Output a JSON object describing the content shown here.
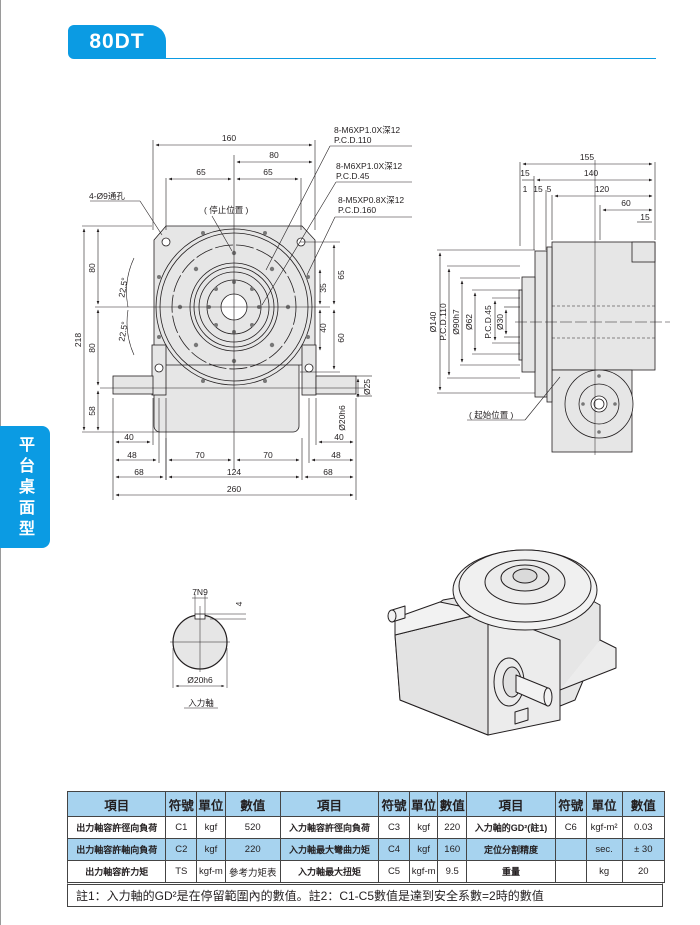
{
  "header": {
    "model_tab": "80DT",
    "category_side_tab": [
      "平",
      "台",
      "桌",
      "面",
      "型"
    ]
  },
  "front_view": {
    "dims_top": {
      "overall_width": "160",
      "half_width": "80",
      "left_65": "65",
      "right_65": "65"
    },
    "callouts": {
      "mount_holes": "4-Ø9通孔",
      "stop_position": "( 停止位置 )",
      "tap1_spec": "8-M6XP1.0X深12",
      "tap1_pcd": "P.C.D.110",
      "tap2_spec": "8-M6XP1.0X深12",
      "tap2_pcd": "P.C.D.45",
      "tap3_spec": "8-M5XP0.8X深12",
      "tap3_pcd": "P.C.D.160"
    },
    "dims_left": {
      "total_height": "218",
      "upper_80": "80",
      "lower_80": "80",
      "bottom_58": "58",
      "angle_upper": "22.5°",
      "angle_lower": "22.5°"
    },
    "dims_right": {
      "d35": "35",
      "d65": "65",
      "d40": "40",
      "d60": "60",
      "shaft_dia": "Ø25",
      "shaft_fit": "Ø20h6"
    },
    "dims_bottom": {
      "left_40": "40",
      "left_48": "48",
      "left_68": "68",
      "center_70a": "70",
      "center_70b": "70",
      "center_124": "124",
      "right_40": "40",
      "right_48": "48",
      "right_68": "68",
      "overall_260": "260"
    }
  },
  "side_view": {
    "dims_top": {
      "overall_155": "155",
      "d15a": "15",
      "d140": "140",
      "d1": "1",
      "d15b": "15",
      "d5": "5",
      "d120": "120",
      "d60": "60",
      "d15c": "15"
    },
    "dims_left": {
      "d140": "Ø140",
      "pcd110": "P.C.D.110",
      "d90": "Ø90h7",
      "d62": "Ø62",
      "pcd45": "P.C.D.45",
      "d30": "Ø30"
    },
    "start_position": "( 起始位置 )"
  },
  "input_shaft": {
    "key_width": "7N9",
    "key_depth": "4",
    "diameter": "Ø20h6",
    "label": "入力軸"
  },
  "spec_table": {
    "headers": [
      "項目",
      "符號",
      "單位",
      "數值",
      "項目",
      "符號",
      "單位",
      "數值",
      "項目",
      "符號",
      "單位",
      "數值"
    ],
    "rows": [
      [
        "出力軸容許徑向負荷",
        "C1",
        "kgf",
        "520",
        "入力軸容許徑向負荷",
        "C3",
        "kgf",
        "220",
        "入力軸的GD²(註1)",
        "C6",
        "kgf-m²",
        "0.03"
      ],
      [
        "出力軸容許軸向負荷",
        "C2",
        "kgf",
        "220",
        "入力軸最大彎曲力矩",
        "C4",
        "kgf",
        "160",
        "定位分割精度",
        "",
        "sec.",
        "± 30"
      ],
      [
        "出力軸容許力矩",
        "TS",
        "kgf-m",
        "參考力矩表",
        "入力軸最大扭矩",
        "C5",
        "kgf-m",
        "9.5",
        "重量",
        "",
        "kg",
        "20"
      ]
    ],
    "note": "註1：入力軸的GD²是在停留範圍內的數值。註2：C1-C5數值是達到安全系數=2時的數值"
  },
  "colors": {
    "accent": "#0b9be3",
    "table_header": "#a7d3ef",
    "body_fill": "#e6e6e6"
  }
}
